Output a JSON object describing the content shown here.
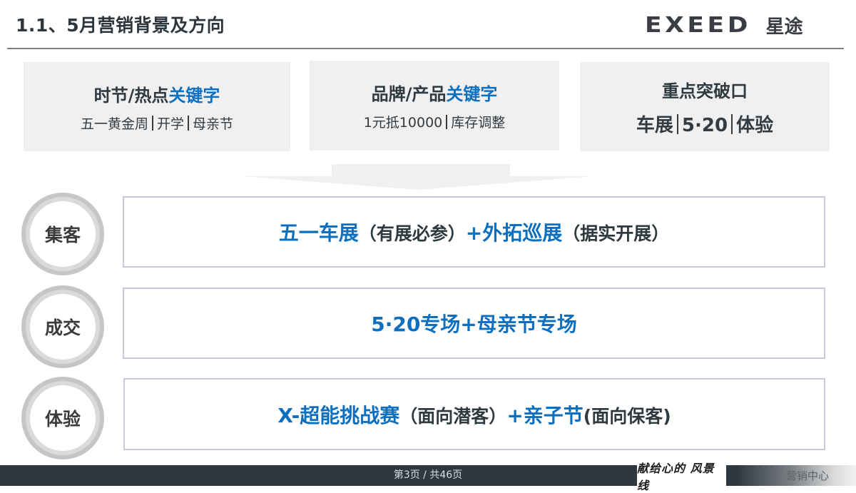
{
  "header": {
    "title": "1.1、5月营销背景及方向",
    "logo": {
      "en": "EXEED",
      "cn": "星途"
    }
  },
  "keyword_boxes": [
    {
      "title_dark": "时节/热点",
      "title_blue": "关键字",
      "items": [
        "五一黄金周",
        "开学",
        "母亲节"
      ]
    },
    {
      "title_dark": "品牌/产品",
      "title_blue": "关键字",
      "items": [
        "1元抵10000",
        "库存调整"
      ]
    },
    {
      "title_dark": "重点突破口",
      "title_blue": "",
      "items": [
        "车展",
        "5·20",
        "体验"
      ]
    }
  ],
  "rows": [
    {
      "label": "集客",
      "parts": [
        {
          "text": "五一车展",
          "style": "blue"
        },
        {
          "text": "（有展必参）",
          "style": "dark"
        },
        {
          "text": "+外拓巡展",
          "style": "blue"
        },
        {
          "text": "（据实开展）",
          "style": "dark"
        }
      ]
    },
    {
      "label": "成交",
      "parts": [
        {
          "text": "5·20专场+母亲节专场",
          "style": "blue"
        }
      ]
    },
    {
      "label": "体验",
      "parts": [
        {
          "text": "X-超能挑战赛",
          "style": "blue"
        },
        {
          "text": "（面向潜客）",
          "style": "dark"
        },
        {
          "text": "+亲子节",
          "style": "blue"
        },
        {
          "text": "(面向保客)",
          "style": "dark"
        }
      ]
    }
  ],
  "footer": {
    "page_indicator": "第3页 / 共46页",
    "slogan": "献给心的 风景线",
    "department": "营销中心"
  },
  "colors": {
    "accent_blue": "#0e6fbf",
    "text_dark": "#2f3a40",
    "box_gray": "#f0f0f0",
    "footer_bg": "#2e3840"
  }
}
